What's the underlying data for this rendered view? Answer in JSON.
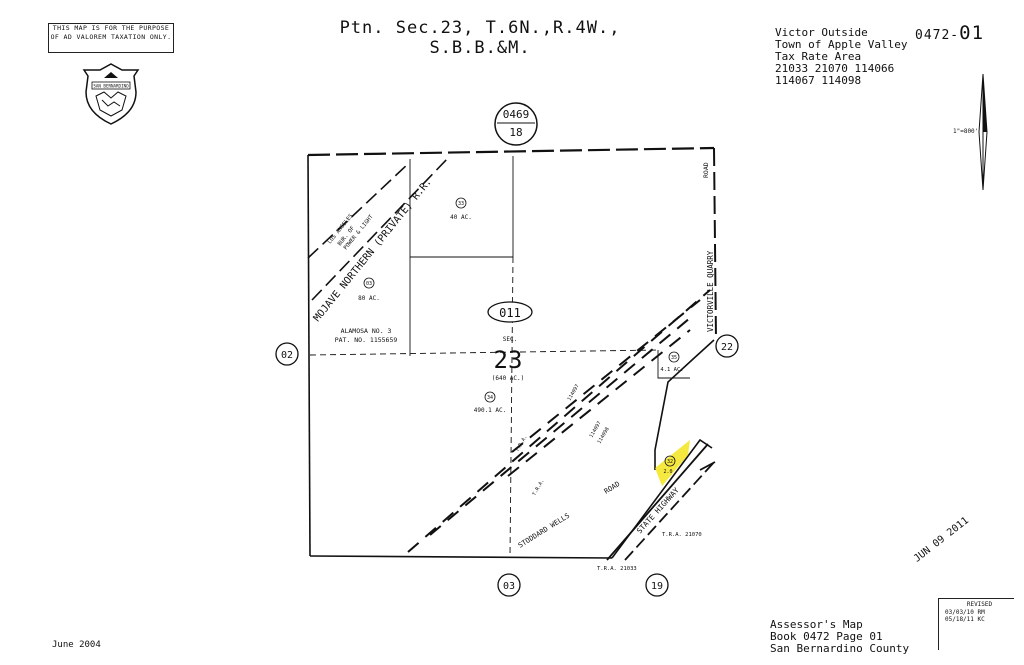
{
  "notice": {
    "line1": "THIS MAP IS FOR THE PURPOSE",
    "line2": "OF AD VALOREM TAXATION ONLY."
  },
  "seal_text": "SAN BERNARDINO",
  "title": "Ptn. Sec.23, T.6N.,R.4W., S.B.B.&M.",
  "tax_rate_area": {
    "lines": [
      "Victor Outside",
      "Town of Apple Valley",
      "Tax Rate Area",
      "21033 21070 114066",
      "114067 114098"
    ]
  },
  "map_number": {
    "book": "0472-",
    "page": "01"
  },
  "scale": "1\"=800'",
  "adjacent_maps": {
    "top_book": "0469",
    "top_page": "18",
    "left": "02",
    "right": "22",
    "bottom_left": "03",
    "bottom_right": "19"
  },
  "block": "011",
  "section": {
    "label": "SEC.",
    "number": "23",
    "area": "(640 AC.)"
  },
  "parcels": [
    {
      "num": "33",
      "area": "40 AC."
    },
    {
      "num": "03",
      "area": "80 AC."
    },
    {
      "num": "34",
      "area": "490.1 AC."
    },
    {
      "num": "35",
      "area": "4.1 AC."
    },
    {
      "num": "32",
      "area": "2.0"
    }
  ],
  "labels": {
    "alamosa1": "ALAMOSA NO. 3",
    "alamosa2": "PAT. NO. 1155659",
    "railroad": "MOJAVE NORTHERN (PRIVATE) R.R.",
    "la_power1": "LOS ANGELES",
    "la_power2": "BUR. OF",
    "la_power3": "POWER & LIGHT",
    "quarry_road": "VICTORVILLE QUARRY",
    "road_top": "ROAD",
    "stoddard": "STODDARD WELLS",
    "stoddard_road": "ROAD",
    "highway": "STATE HIGHWAY",
    "tra_114097a": "114097",
    "tra_114097b": "114097",
    "tra_114098": "114098",
    "tra_21070": "T.R.A. 21070",
    "tra_21033": "T.R.A. 21033",
    "tra_generic": "T.R.A."
  },
  "date_left": "June 2004",
  "assessor": {
    "line1": "Assessor's Map",
    "line2": "Book 0472 Page 01",
    "line3": "San Bernardino County"
  },
  "revised": {
    "header": "REVISED",
    "d1": "03/03/10 RM",
    "d2": "05/18/11 KC"
  },
  "stamp": "JUN 09 2011",
  "colors": {
    "ink": "#111111",
    "highlight": "#f2e200"
  }
}
